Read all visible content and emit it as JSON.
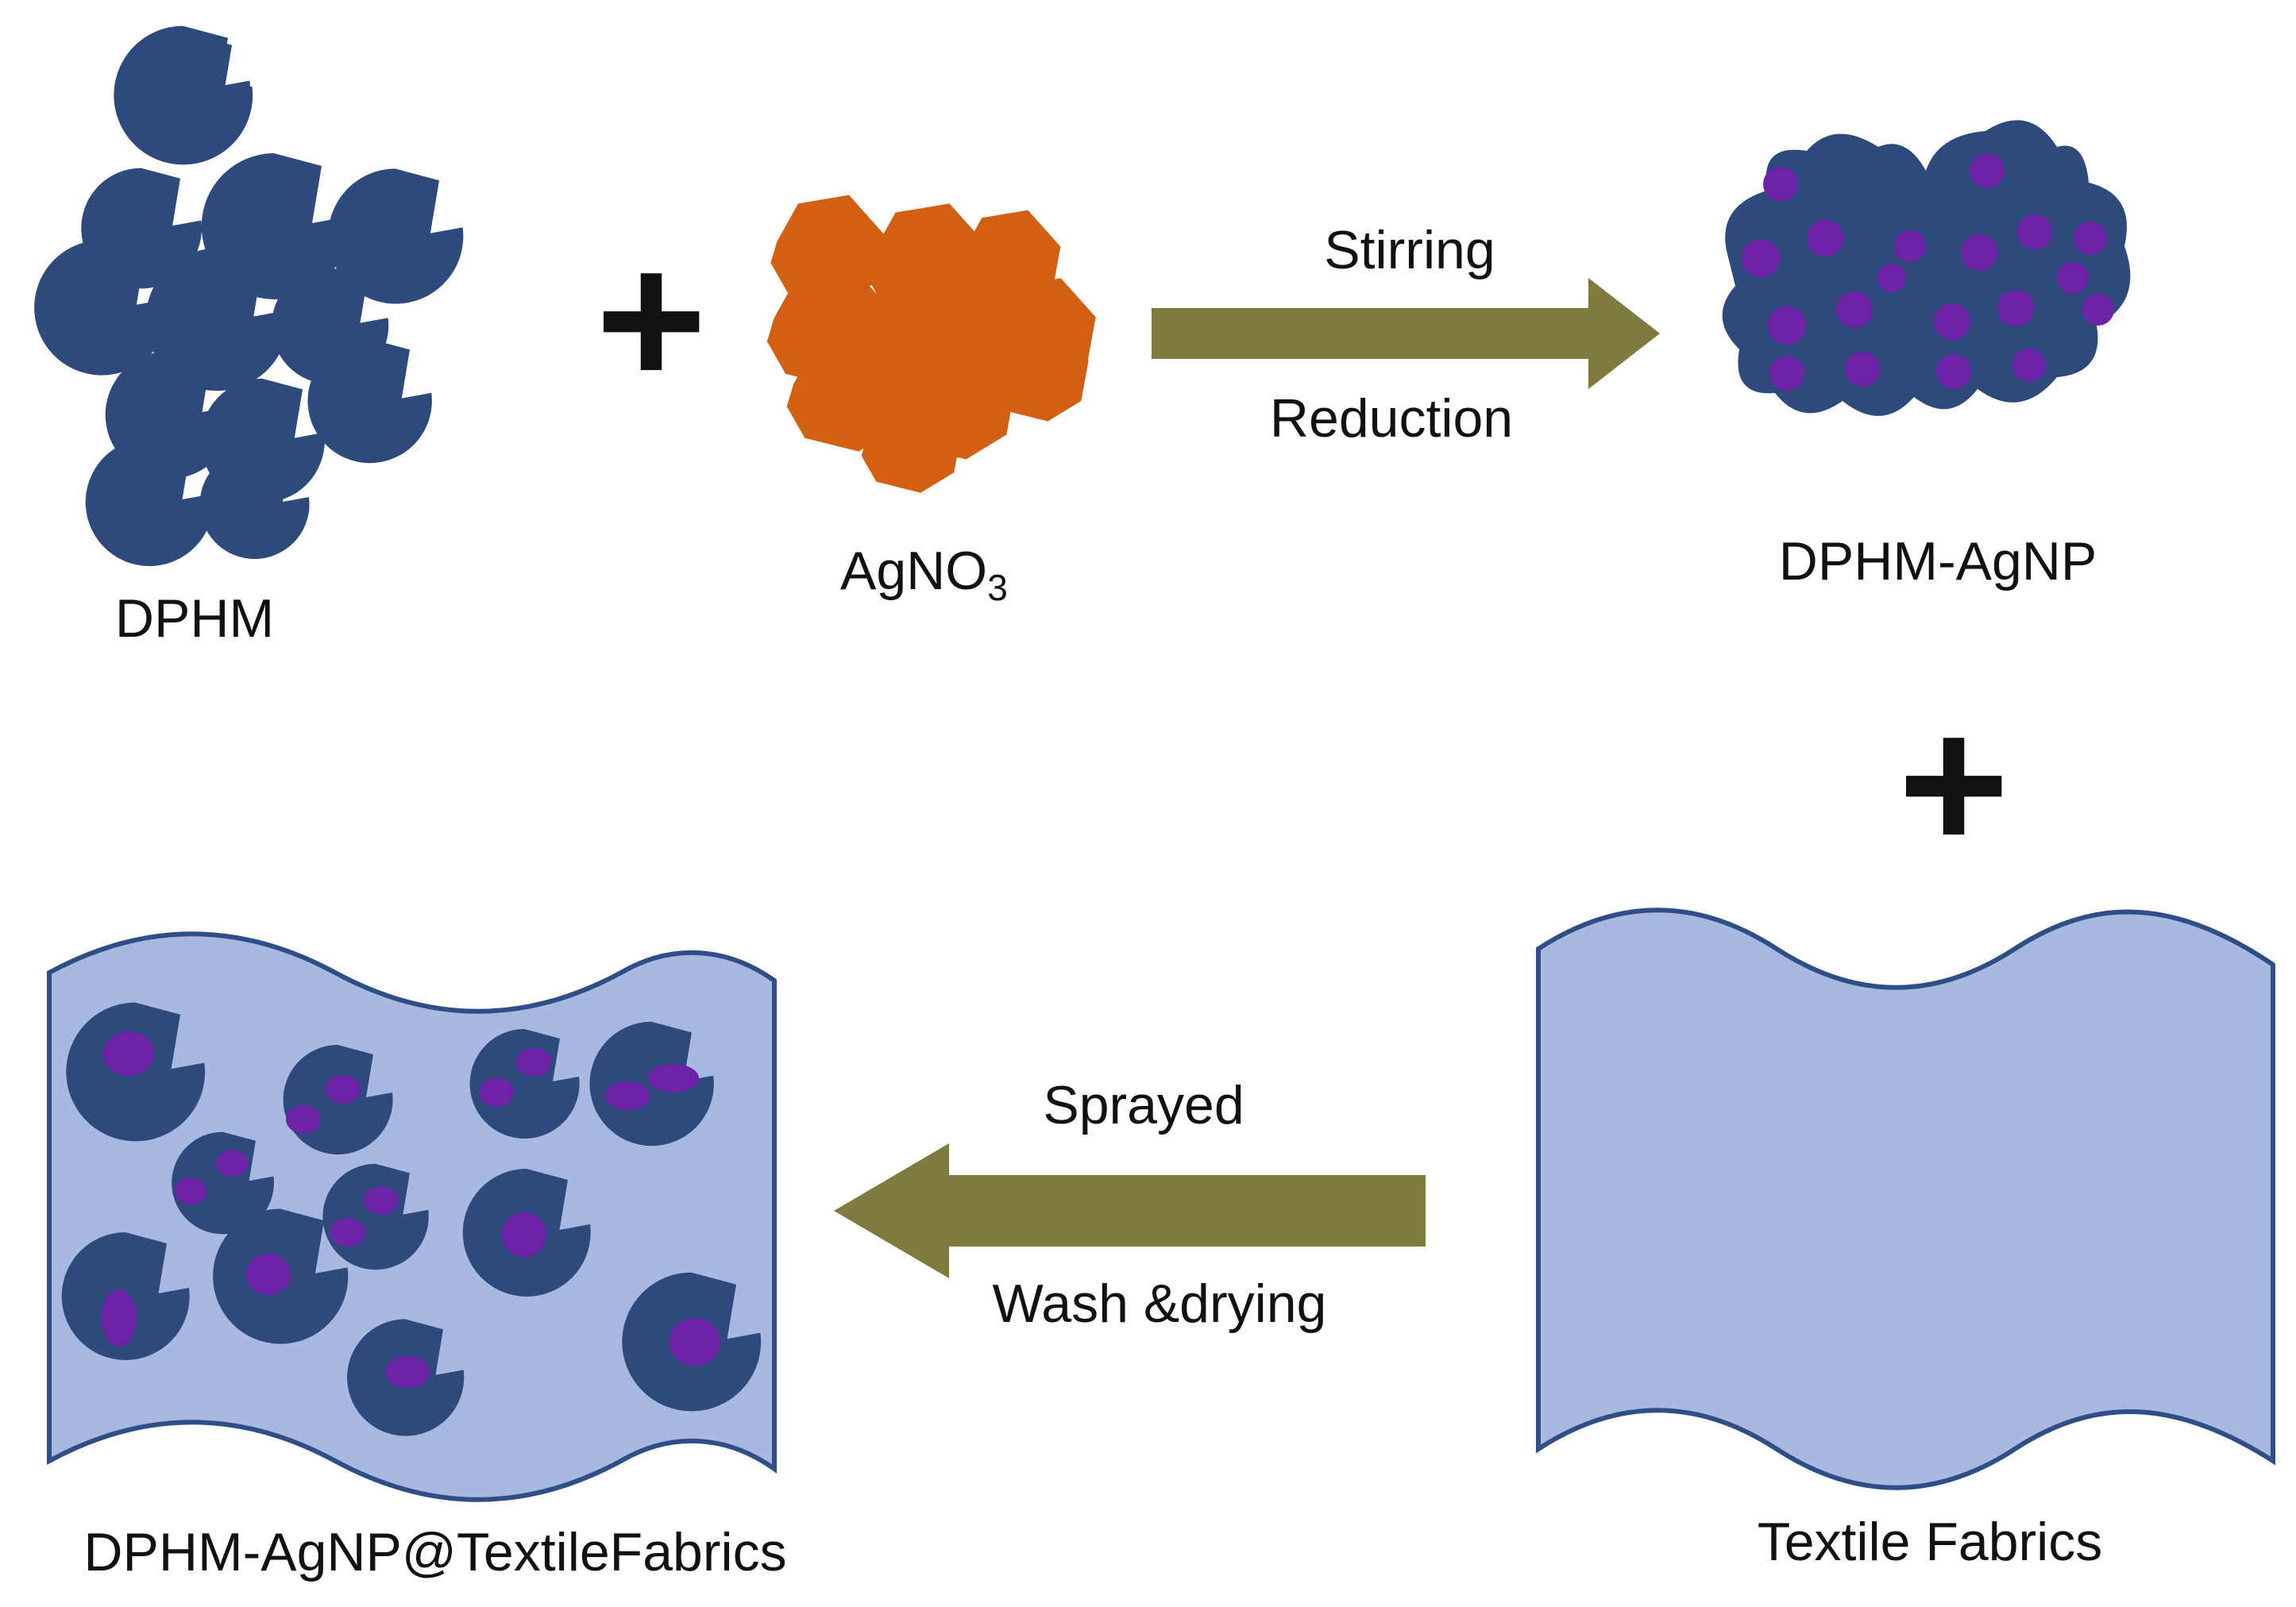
{
  "labels": {
    "dphm": "DPHM",
    "agno3_main": "AgNO",
    "agno3_sub": "3",
    "dphm_agnp": "DPHM-AgNP",
    "stirring": "Stirring",
    "reduction": "Reduction",
    "sprayed": "Sprayed",
    "wash_drying": "Wash &drying",
    "textile_fabrics": "Textile Fabrics",
    "coated_fabrics": "DPHM-AgNP@TextileFabrics"
  },
  "symbols": {
    "plus": "+"
  },
  "colors": {
    "polymer": "#2e4a7d",
    "silver_nitrate": "#d35f12",
    "nanoparticle": "#6e22a8",
    "arrow": "#7f7b3f",
    "fabric_fill": "#a7b9df",
    "fabric_edge": "#2f4d86",
    "text": "#111111"
  }
}
